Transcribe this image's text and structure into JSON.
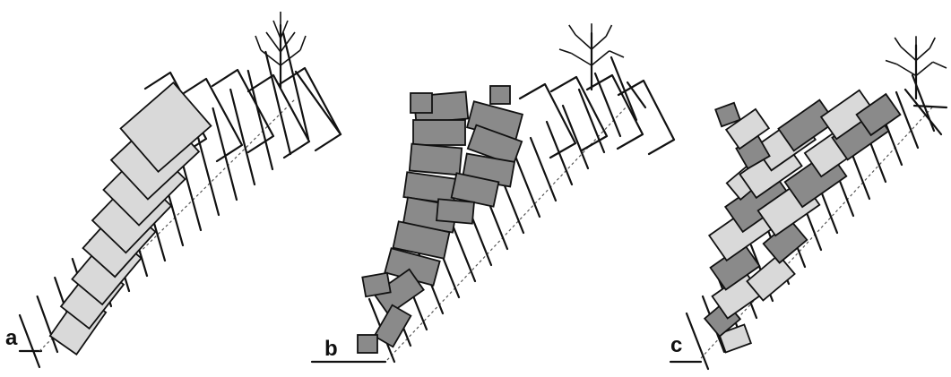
{
  "panels": [
    {
      "label": "a"
    },
    {
      "label": "b"
    },
    {
      "label": "c"
    }
  ],
  "colors": {
    "dark_block": "#8a8a8a",
    "light_block": "#d9d9d9",
    "line": "#111111",
    "background": "#ffffff"
  },
  "icons": [
    "tree-icon",
    "tree-icon",
    "tree-icon"
  ]
}
